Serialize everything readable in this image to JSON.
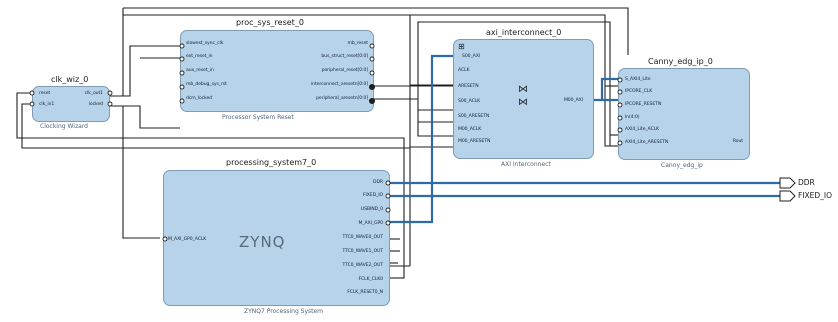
{
  "diagram": {
    "blocks": {
      "clk_wiz": {
        "title": "clk_wiz_0",
        "subtitle": "Clocking Wizard",
        "inputs": [
          "reset",
          "clk_in1"
        ],
        "outputs": [
          "clk_out1",
          "locked"
        ]
      },
      "proc_sys_reset": {
        "title": "proc_sys_reset_0",
        "subtitle": "Processor System Reset",
        "inputs": [
          "slowest_sync_clk",
          "ext_reset_in",
          "aux_reset_in",
          "mb_debug_sys_rst",
          "dcm_locked"
        ],
        "outputs": [
          "mb_reset",
          "bus_struct_reset[0:0]",
          "peripheral_reset[0:0]",
          "interconnect_aresetn[0:0]",
          "peripheral_aresetn[0:0]"
        ]
      },
      "axi_interconnect": {
        "title": "axi_interconnect_0",
        "subtitle": "AXI Interconnect",
        "inputs": [
          "S00_AXI",
          "ACLK",
          "ARESETN",
          "S00_ACLK",
          "S00_ARESETN",
          "M00_ACLK",
          "M00_ARESETN"
        ],
        "outputs": [
          "M00_AXI"
        ]
      },
      "canny": {
        "title": "Canny_edg_ip_0",
        "subtitle": "Canny_edg_ip",
        "inputs": [
          "S_AXI4_Lite",
          "IPCORE_CLK",
          "IPCORE_RESETN",
          "ln(4:0)",
          "AXI4_Lite_ACLK",
          "AXI4_Lite_ARESETN"
        ],
        "outputs": [
          "Rout"
        ]
      },
      "ps7": {
        "title": "processing_system7_0",
        "subtitle": "ZYNQ7 Processing System",
        "logo": "ZYNQ",
        "inputs": [
          "M_AXI_GP0_ACLK"
        ],
        "outputs": [
          "DDR",
          "FIXED_IO",
          "USBIND_0",
          "M_AXI_GP0",
          "TTC0_WAVE0_OUT",
          "TTC0_WAVE1_OUT",
          "TTC0_WAVE2_OUT",
          "FCLK_CLK0",
          "FCLK_RESET0_N"
        ]
      }
    },
    "external_ports": [
      "DDR",
      "FIXED_IO"
    ],
    "colors": {
      "block_fill": "#b6d3ea",
      "block_border": "#7f9cb6",
      "wire": "#1f1f1f",
      "bus": "#2f6aa8"
    }
  }
}
